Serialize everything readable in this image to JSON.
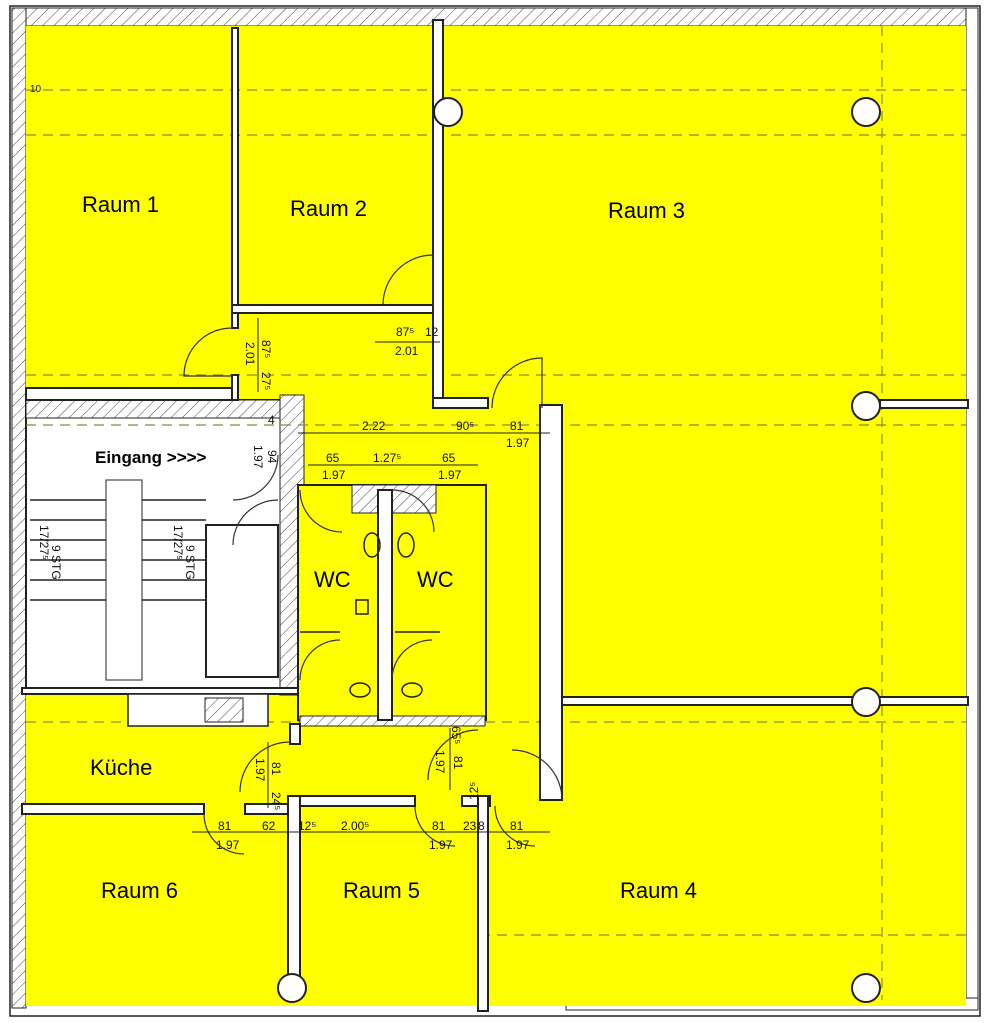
{
  "colors": {
    "room_fill": "#ffff00",
    "wall": "#222222",
    "background": "#ffffff"
  },
  "rooms": {
    "raum1": "Raum 1",
    "raum2": "Raum 2",
    "raum3": "Raum 3",
    "raum4": "Raum 4",
    "raum5": "Raum 5",
    "raum6": "Raum 6",
    "kueche": "Küche",
    "wc1": "WC",
    "wc2": "WC",
    "eingang": "Eingang >>>>"
  },
  "stairs": {
    "left": "9 STG",
    "left_sub": "17/27⁵",
    "right": "9 STG",
    "right_sub": "17/27⁵"
  },
  "corner_mark": "10",
  "dims": {
    "d_201_v": "2.01",
    "d_875_v": "87⁵",
    "d_275_v": "27⁵",
    "d_875_h": "87⁵",
    "d_201_h": "2.01",
    "d_12": "12",
    "d_222": "2.22",
    "d_905": "90⁵",
    "d_81_a": "81",
    "d_197_a": "1.97",
    "d_65_a": "65",
    "d_197_b": "1.97",
    "d_1275": "1.27⁵",
    "d_65_b": "65",
    "d_197_c": "1.97",
    "d_197_v": "1.97",
    "d_94_v": "94",
    "d_4": "4",
    "d_197_k": "1.97",
    "d_81_k": "81",
    "d_245": "24⁵",
    "d_655": "65⁵",
    "d_197_w": "1.97",
    "d_81_w": "81",
    "d_81_r6": "81",
    "d_197_r6": "1.97",
    "d_62": "62",
    "d_125": "12⁵",
    "d_2005": "2.00⁵",
    "d_81_r5": "81",
    "d_197_r5": "1.97",
    "d_23": "23",
    "d_8": "8",
    "d_125b": "12⁵",
    "d_81_r4": "81",
    "d_197_r4": "1.97"
  }
}
